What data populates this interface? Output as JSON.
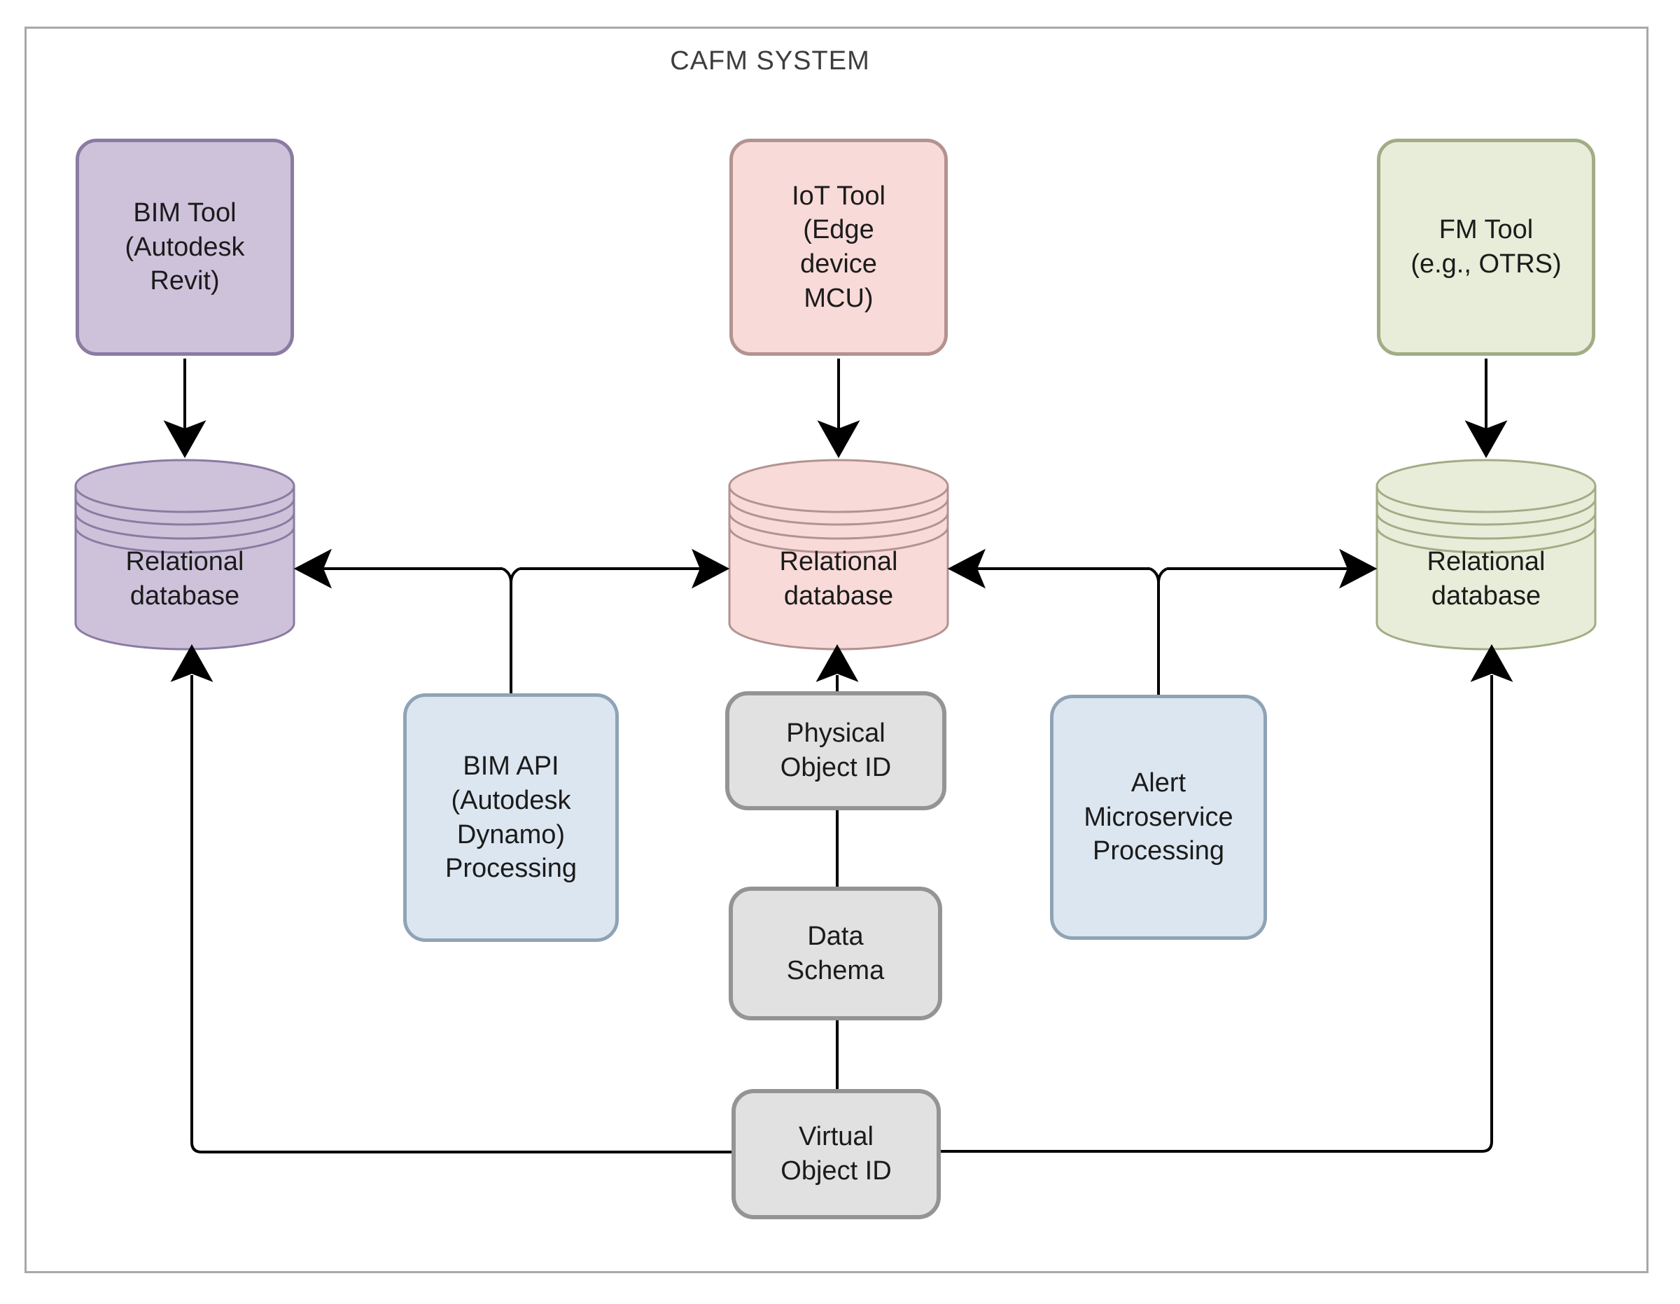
{
  "title": "CAFM SYSTEM",
  "colors": {
    "purple_fill": "#cec2db",
    "purple_border": "#8a7ba1",
    "pink_fill": "#f8dad8",
    "pink_border": "#b29391",
    "green_fill": "#e8edda",
    "green_border": "#a2ac85",
    "blue_fill": "#dce6f0",
    "blue_border": "#8fa3b5",
    "gray_fill": "#e1e1e1",
    "gray_border": "#949494",
    "frame_border": "#a8a8a8",
    "line": "#000000",
    "title_color": "#3d3d3d",
    "text_color": "#1b1b1b"
  },
  "nodes": {
    "bim_tool": {
      "label": "BIM Tool\n(Autodesk\nRevit)"
    },
    "iot_tool": {
      "label": "IoT Tool\n(Edge\ndevice\nMCU)"
    },
    "fm_tool": {
      "label": "FM Tool\n(e.g., OTRS)"
    },
    "db_bim": {
      "label": "Relational\ndatabase"
    },
    "db_iot": {
      "label": "Relational\ndatabase"
    },
    "db_fm": {
      "label": "Relational\ndatabase"
    },
    "bim_api": {
      "label": "BIM API\n(Autodesk\nDynamo)\nProcessing"
    },
    "alert_ms": {
      "label": "Alert\nMicroservice\nProcessing"
    },
    "physical_id": {
      "label": "Physical\nObject ID"
    },
    "data_schema": {
      "label": "Data\nSchema"
    },
    "virtual_id": {
      "label": "Virtual\nObject ID"
    }
  }
}
